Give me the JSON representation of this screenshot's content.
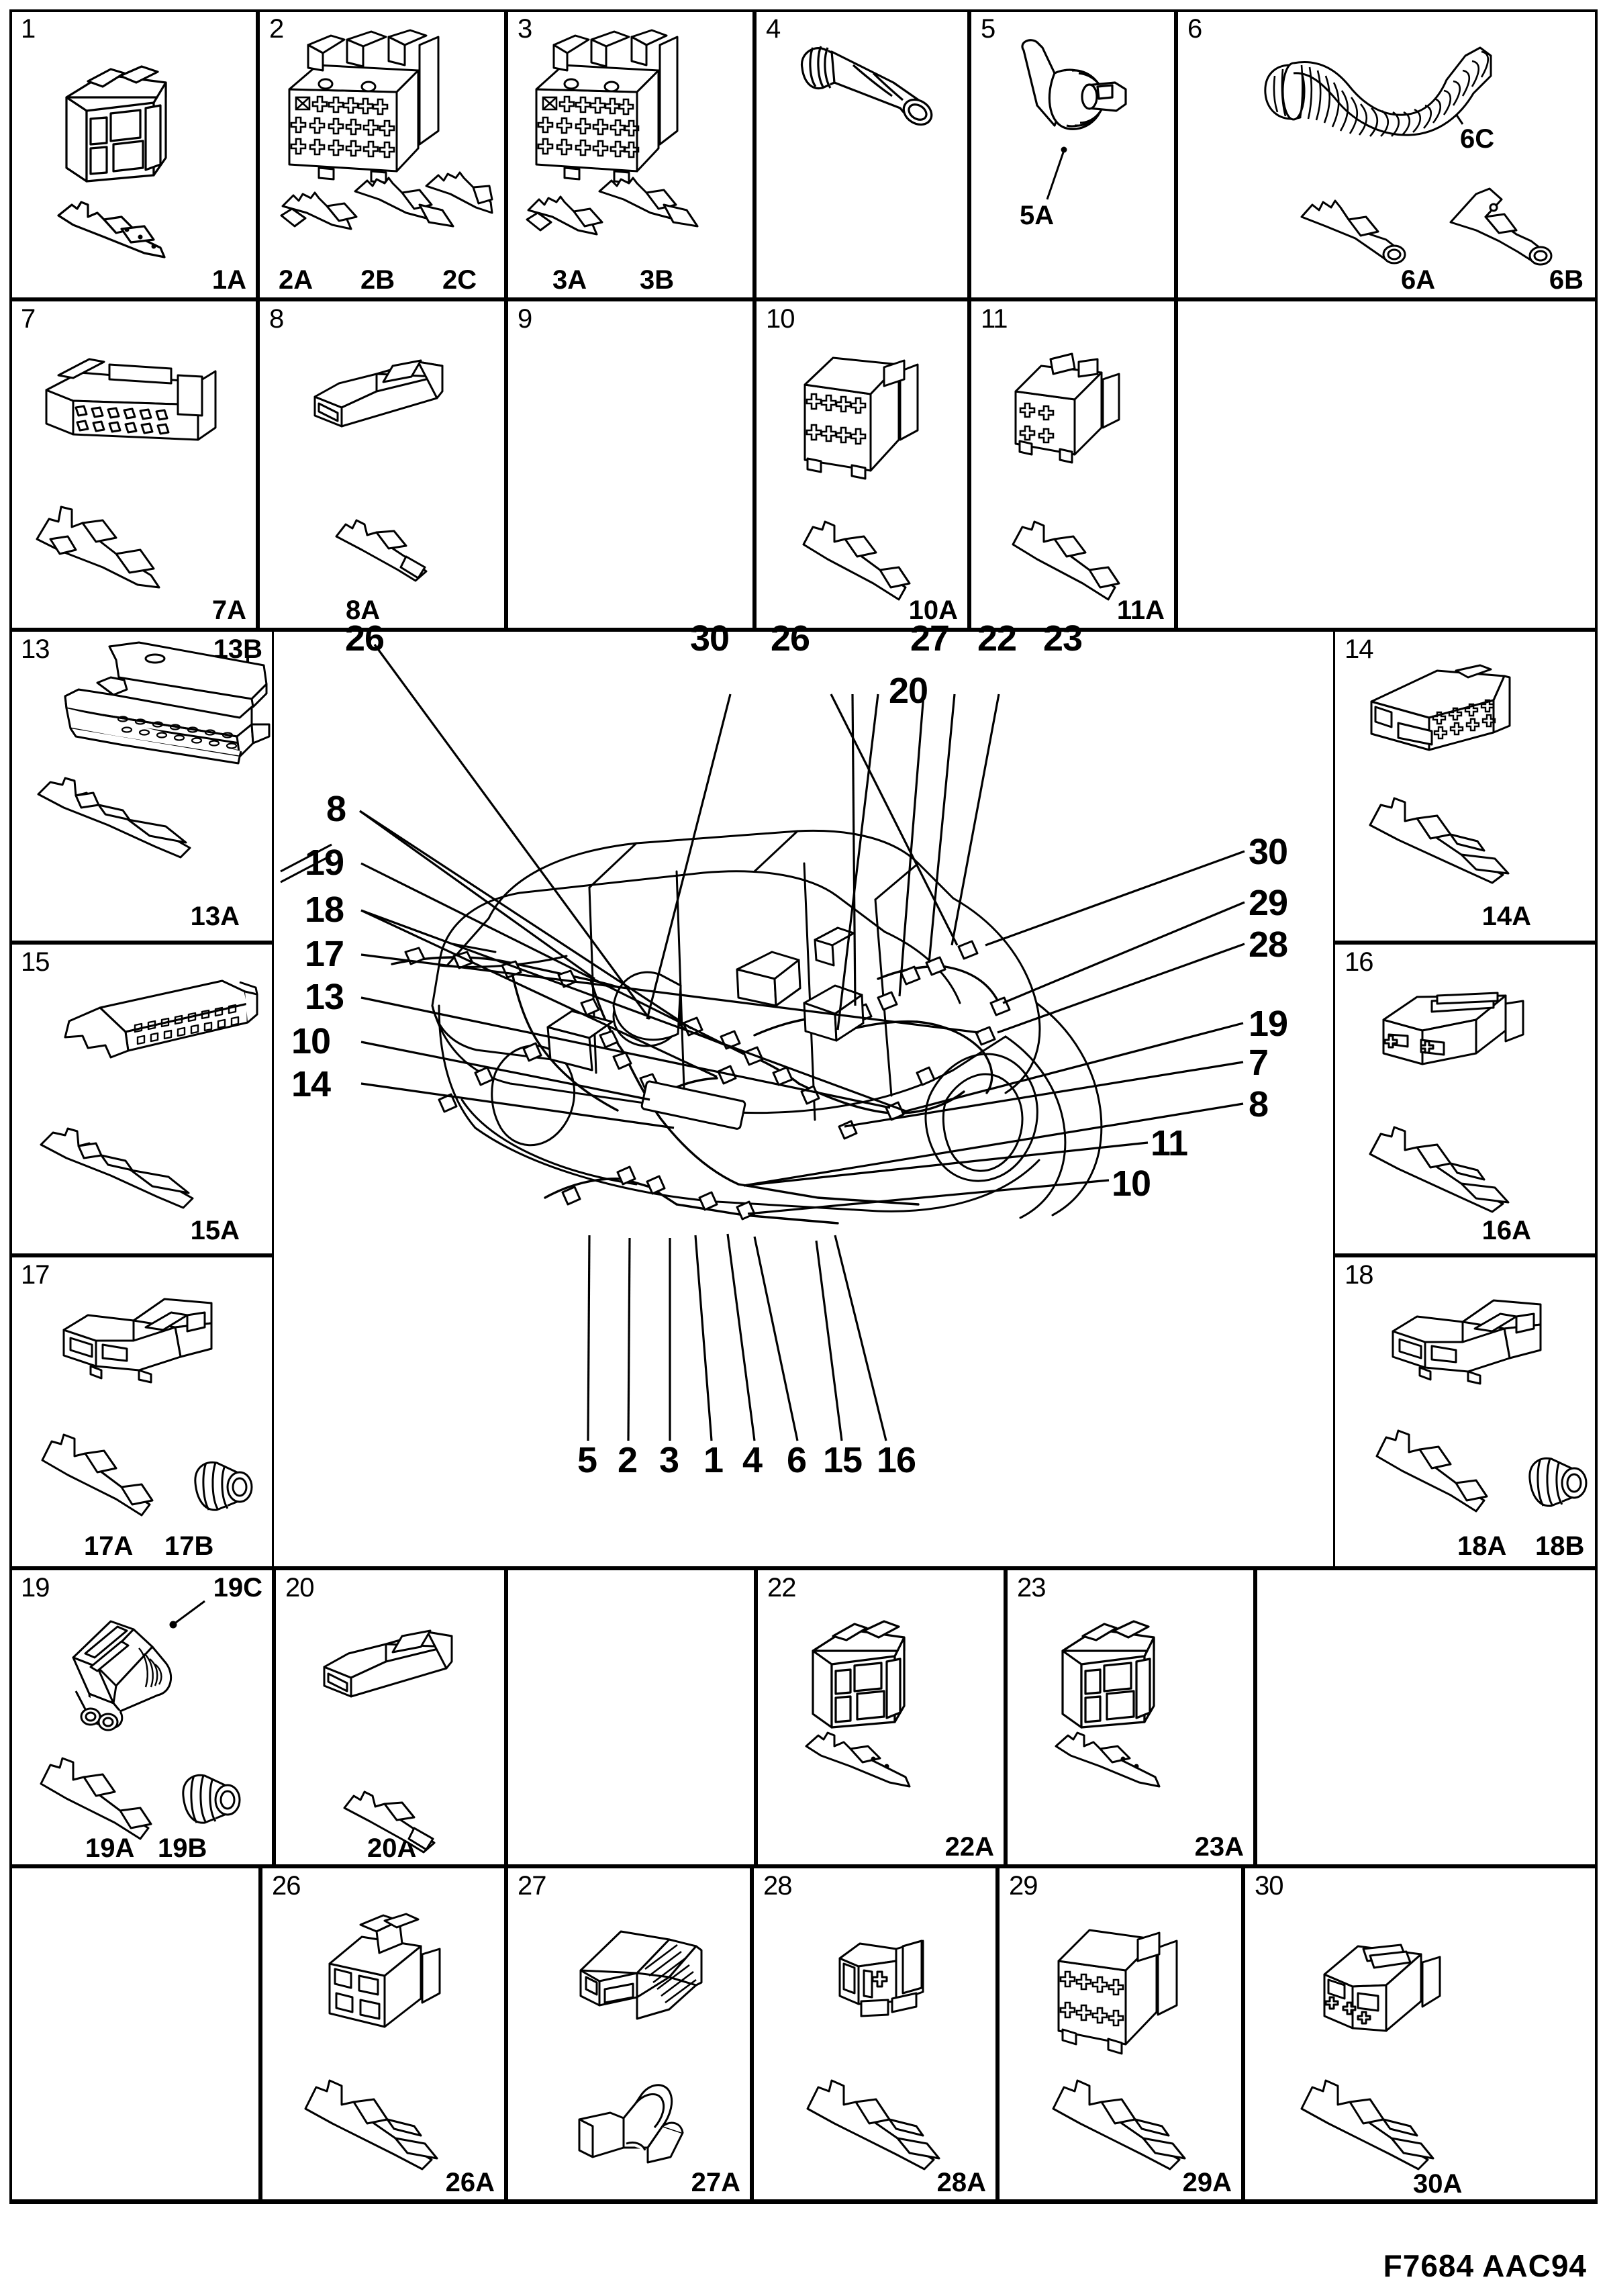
{
  "document": {
    "footer_code": "F7684 AAC94",
    "ink_color": "#000000",
    "background_color": "#ffffff"
  },
  "grid": {
    "rows": [
      {
        "row_index": 0,
        "cells": [
          {
            "id": "1",
            "sub_labels": [
              "1A"
            ],
            "empty": false,
            "art": "connector-housing-square"
          },
          {
            "id": "2",
            "sub_labels": [
              "2A",
              "2B",
              "2C"
            ],
            "empty": false,
            "art": "connector-multipin-large"
          },
          {
            "id": "3",
            "sub_labels": [
              "3A",
              "3B"
            ],
            "empty": false,
            "art": "connector-multipin-large"
          },
          {
            "id": "4",
            "sub_labels": [],
            "empty": false,
            "art": "rubber-boot-sleeve"
          },
          {
            "id": "5",
            "sub_labels": [
              "5A"
            ],
            "empty": false,
            "art": "rubber-boot-cone"
          },
          {
            "id": "6",
            "sub_labels": [
              "6C",
              "6A",
              "6B"
            ],
            "empty": false,
            "art": "convoluted-tube"
          }
        ]
      },
      {
        "row_index": 1,
        "cells": [
          {
            "id": "7",
            "sub_labels": [
              "7A"
            ],
            "empty": false,
            "art": "connector-housing-flat"
          },
          {
            "id": "8",
            "sub_labels": [
              "8A"
            ],
            "empty": false,
            "art": "connector-single-blade"
          },
          {
            "id": "9",
            "sub_labels": [],
            "empty": true,
            "art": "none"
          },
          {
            "id": "10",
            "sub_labels": [
              "10A"
            ],
            "empty": false,
            "art": "connector-housing-square"
          },
          {
            "id": "11",
            "sub_labels": [
              "11A"
            ],
            "empty": false,
            "art": "connector-housing-small"
          },
          {
            "id": "",
            "sub_labels": [],
            "empty": true,
            "art": "none"
          }
        ]
      },
      {
        "row_index": 2,
        "cells": [
          {
            "id": "13",
            "sub_labels": [
              "13B",
              "13A"
            ],
            "empty": false,
            "art": "connector-strip-long"
          },
          {
            "id": "15",
            "sub_labels": [
              "15A"
            ],
            "empty": false,
            "art": "connector-strip-long"
          },
          {
            "id": "17",
            "sub_labels": [
              "17A",
              "17B"
            ],
            "empty": false,
            "art": "connector-housing-small"
          },
          {
            "id": "14",
            "sub_labels": [
              "14A"
            ],
            "empty": false,
            "art": "connector-housing-flat"
          },
          {
            "id": "16",
            "sub_labels": [
              "16A"
            ],
            "empty": false,
            "art": "connector-housing-flat"
          },
          {
            "id": "18",
            "sub_labels": [
              "18A",
              "18B"
            ],
            "empty": false,
            "art": "connector-housing-small"
          }
        ]
      },
      {
        "row_index": 3,
        "cells": [
          {
            "id": "19",
            "sub_labels": [
              "19C",
              "19A",
              "19B"
            ],
            "empty": false,
            "art": "connector-sealed-2way"
          },
          {
            "id": "20",
            "sub_labels": [
              "20A"
            ],
            "empty": false,
            "art": "connector-single-blade"
          },
          {
            "id": "",
            "sub_labels": [],
            "empty": true,
            "art": "none"
          },
          {
            "id": "22",
            "sub_labels": [
              "22A"
            ],
            "empty": false,
            "art": "connector-housing-square"
          },
          {
            "id": "23",
            "sub_labels": [
              "23A"
            ],
            "empty": false,
            "art": "connector-housing-square"
          },
          {
            "id": "",
            "sub_labels": [],
            "empty": true,
            "art": "none"
          }
        ]
      },
      {
        "row_index": 4,
        "cells": [
          {
            "id": "",
            "sub_labels": [],
            "empty": true,
            "art": "none"
          },
          {
            "id": "26",
            "sub_labels": [
              "26A"
            ],
            "empty": false,
            "art": "connector-housing-small"
          },
          {
            "id": "27",
            "sub_labels": [
              "27A"
            ],
            "empty": false,
            "art": "connector-wedge-lock"
          },
          {
            "id": "28",
            "sub_labels": [
              "28A"
            ],
            "empty": false,
            "art": "connector-housing-mini"
          },
          {
            "id": "29",
            "sub_labels": [
              "29A"
            ],
            "empty": false,
            "art": "connector-housing-square"
          },
          {
            "id": "30",
            "sub_labels": [
              "30A"
            ],
            "empty": false,
            "art": "connector-housing-flat"
          }
        ]
      }
    ]
  },
  "diagram": {
    "title": "",
    "subject": "vehicle-wiring-harness-layout",
    "callouts_top": [
      "26",
      "30",
      "26",
      "27",
      "22",
      "23",
      "20"
    ],
    "callouts_left": [
      "8",
      "19",
      "18",
      "17",
      "13",
      "10",
      "14"
    ],
    "callouts_right": [
      "30",
      "29",
      "28",
      "19",
      "7",
      "8",
      "11",
      "10"
    ],
    "callouts_bottom": [
      "5",
      "2",
      "3",
      "1",
      "4",
      "6",
      "15",
      "16"
    ],
    "labels": {
      "top_26_a": "26",
      "top_30": "30",
      "top_26_b": "26",
      "top_27": "27",
      "top_22": "22",
      "top_23": "23",
      "top_20": "20",
      "left_8": "8",
      "left_19": "19",
      "left_18": "18",
      "left_17": "17",
      "left_13": "13",
      "left_10": "10",
      "left_14": "14",
      "right_30": "30",
      "right_29": "29",
      "right_28": "28",
      "right_19": "19",
      "right_7": "7",
      "right_8": "8",
      "right_11": "11",
      "right_10": "10",
      "bottom_5": "5",
      "bottom_2": "2",
      "bottom_3": "3",
      "bottom_1": "1",
      "bottom_4": "4",
      "bottom_6": "6",
      "bottom_15": "15",
      "bottom_16": "16"
    }
  }
}
